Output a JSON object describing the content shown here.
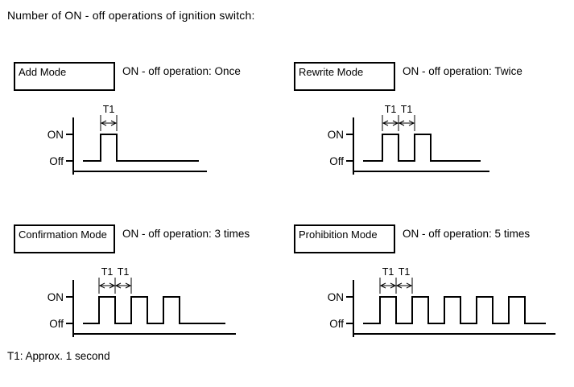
{
  "title": "Number of ON - off operations of ignition switch:",
  "footnote": "T1: Approx. 1 second",
  "axis_labels": {
    "on": "ON",
    "off": "Off"
  },
  "t1_label": "T1",
  "colors": {
    "line": "#000000",
    "text": "#000000",
    "background": "#ffffff"
  },
  "panels": [
    {
      "mode": "Add Mode",
      "operation": "ON - off operation: Once",
      "pulse_count": 1,
      "t1_interval_count": 1
    },
    {
      "mode": "Rewrite Mode",
      "operation": "ON - off operation: Twice",
      "pulse_count": 2,
      "t1_interval_count": 2
    },
    {
      "mode": "Confirmation Mode",
      "operation": "ON - off operation: 3 times",
      "pulse_count": 3,
      "t1_interval_count": 2
    },
    {
      "mode": "Prohibition Mode",
      "operation": "ON - off operation: 5 times",
      "pulse_count": 5,
      "t1_interval_count": 2
    }
  ]
}
